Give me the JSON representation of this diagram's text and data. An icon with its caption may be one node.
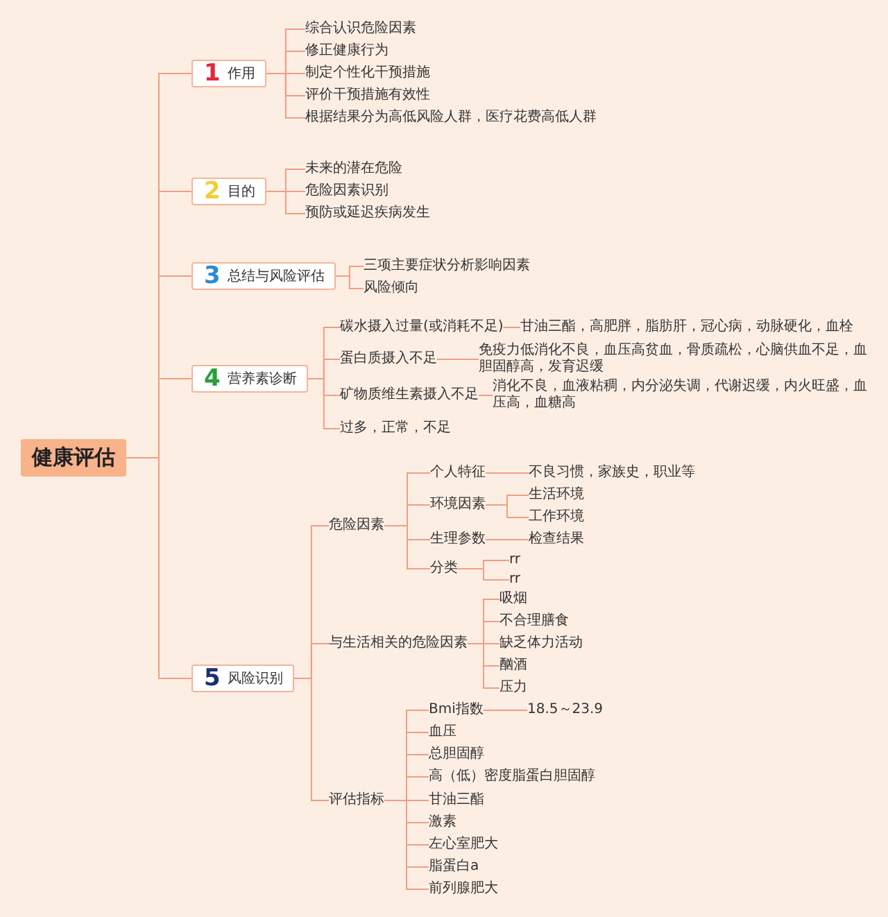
{
  "diagram": {
    "nodes": [
      {
        "text": [
          "健康评估"
        ]
      },
      {
        "text": [
          "1",
          "作用"
        ]
      },
      {
        "text": [
          "综合认识危险因素"
        ]
      },
      {
        "text": [
          "修正健康行为"
        ]
      },
      {
        "text": [
          "制定个性化干预措施"
        ]
      },
      {
        "text": [
          "评价干预措施有效性"
        ]
      },
      {
        "text": [
          "根据结果分为高低风险人群，医疗花费高低人群"
        ]
      },
      {
        "text": [
          "2",
          "目的"
        ]
      },
      {
        "text": [
          "未来的潜在危险"
        ]
      },
      {
        "text": [
          "危险因素识别"
        ]
      },
      {
        "text": [
          "预防或延迟疾病发生"
        ]
      },
      {
        "text": [
          "3",
          "总结与风险评估"
        ]
      },
      {
        "text": [
          "三项主要症状分析影响因素"
        ]
      },
      {
        "text": [
          "风险倾向"
        ]
      },
      {
        "text": [
          "4",
          "营养素诊断"
        ]
      },
      {
        "text": [
          "碳水摄入过量(或消耗不足)"
        ]
      },
      {
        "text": [
          "甘油三酯，高肥胖，脂肪肝，冠心病，动脉硬化，血栓"
        ]
      },
      {
        "text": [
          "蛋白质摄入不足"
        ]
      },
      {
        "text": [
          "免疫力低消化不良，血压高贫血，骨质疏松，心脑供血不足，血胆固醇高，发育迟缓"
        ]
      },
      {
        "text": [
          "矿物质维生素摄入不足"
        ]
      },
      {
        "text": [
          "消化不良，血液粘稠，内分泌失调，代谢迟缓，内火旺盛，血压高，血糖高"
        ]
      },
      {
        "text": [
          "过多，正常，不足"
        ]
      },
      {
        "text": [
          "5",
          "风险识别"
        ]
      },
      {
        "text": [
          "危险因素"
        ]
      },
      {
        "text": [
          "个人特征"
        ]
      },
      {
        "text": [
          "不良习惯，家族史，职业等"
        ]
      },
      {
        "text": [
          "环境因素"
        ]
      },
      {
        "text": [
          "生活环境"
        ]
      },
      {
        "text": [
          "工作环境"
        ]
      },
      {
        "text": [
          "生理参数"
        ]
      },
      {
        "text": [
          "检查结果"
        ]
      },
      {
        "text": [
          "分类"
        ]
      },
      {
        "text": [
          "rr"
        ]
      },
      {
        "text": [
          "rr"
        ]
      },
      {
        "text": [
          "与生活相关的危险因素"
        ]
      },
      {
        "text": [
          "吸烟"
        ]
      },
      {
        "text": [
          "不合理膳食"
        ]
      },
      {
        "text": [
          "缺乏体力活动"
        ]
      },
      {
        "text": [
          "酗酒"
        ]
      },
      {
        "text": [
          "压力"
        ]
      },
      {
        "text": [
          "评估指标"
        ]
      },
      {
        "text": [
          "Bmi指数"
        ]
      },
      {
        "text": [
          "18.5～23.9"
        ]
      },
      {
        "text": [
          "血压"
        ]
      },
      {
        "text": [
          "总胆固醇"
        ]
      },
      {
        "text": [
          "高（低）密度脂蛋白胆固醇"
        ]
      },
      {
        "text": [
          "甘油三酯"
        ]
      },
      {
        "text": [
          "激素"
        ]
      },
      {
        "text": [
          "左心室肥大"
        ]
      },
      {
        "text": [
          "脂蛋白a"
        ]
      },
      {
        "text": [
          "前列腺肥大"
        ]
      }
    ],
    "edges": [
      {
        "from": 0,
        "to": 1,
        "arrow": "none"
      },
      {
        "from": 0,
        "to": 7,
        "arrow": "none"
      },
      {
        "from": 0,
        "to": 11,
        "arrow": "none"
      },
      {
        "from": 0,
        "to": 14,
        "arrow": "none"
      },
      {
        "from": 0,
        "to": 22,
        "arrow": "none"
      },
      {
        "from": 1,
        "to": 2,
        "arrow": "none"
      },
      {
        "from": 1,
        "to": 3,
        "arrow": "none"
      },
      {
        "from": 1,
        "to": 4,
        "arrow": "none"
      },
      {
        "from": 1,
        "to": 5,
        "arrow": "none"
      },
      {
        "from": 1,
        "to": 6,
        "arrow": "none"
      },
      {
        "from": 7,
        "to": 8,
        "arrow": "none"
      },
      {
        "from": 7,
        "to": 9,
        "arrow": "none"
      },
      {
        "from": 7,
        "to": 10,
        "arrow": "none"
      },
      {
        "from": 11,
        "to": 12,
        "arrow": "none"
      },
      {
        "from": 11,
        "to": 13,
        "arrow": "none"
      },
      {
        "from": 14,
        "to": 15,
        "arrow": "none"
      },
      {
        "from": 14,
        "to": 17,
        "arrow": "none"
      },
      {
        "from": 14,
        "to": 19,
        "arrow": "none"
      },
      {
        "from": 14,
        "to": 21,
        "arrow": "none"
      },
      {
        "from": 15,
        "to": 16,
        "arrow": "none"
      },
      {
        "from": 17,
        "to": 18,
        "arrow": "none"
      },
      {
        "from": 19,
        "to": 20,
        "arrow": "none"
      },
      {
        "from": 22,
        "to": 23,
        "arrow": "none"
      },
      {
        "from": 22,
        "to": 34,
        "arrow": "none"
      },
      {
        "from": 22,
        "to": 40,
        "arrow": "none"
      },
      {
        "from": 23,
        "to": 24,
        "arrow": "none"
      },
      {
        "from": 23,
        "to": 26,
        "arrow": "none"
      },
      {
        "from": 23,
        "to": 29,
        "arrow": "none"
      },
      {
        "from": 23,
        "to": 31,
        "arrow": "none"
      },
      {
        "from": 24,
        "to": 25,
        "arrow": "none"
      },
      {
        "from": 26,
        "to": 27,
        "arrow": "none"
      },
      {
        "from": 26,
        "to": 28,
        "arrow": "none"
      },
      {
        "from": 29,
        "to": 30,
        "arrow": "none"
      },
      {
        "from": 31,
        "to": 32,
        "arrow": "none"
      },
      {
        "from": 31,
        "to": 33,
        "arrow": "none"
      },
      {
        "from": 34,
        "to": 35,
        "arrow": "none"
      },
      {
        "from": 34,
        "to": 36,
        "arrow": "none"
      },
      {
        "from": 34,
        "to": 37,
        "arrow": "none"
      },
      {
        "from": 34,
        "to": 38,
        "arrow": "none"
      },
      {
        "from": 34,
        "to": 39,
        "arrow": "none"
      },
      {
        "from": 40,
        "to": 41,
        "arrow": "none"
      },
      {
        "from": 41,
        "to": 42,
        "arrow": "none"
      },
      {
        "from": 40,
        "to": 43,
        "arrow": "none"
      },
      {
        "from": 40,
        "to": 44,
        "arrow": "none"
      },
      {
        "from": 40,
        "to": 45,
        "arrow": "none"
      },
      {
        "from": 40,
        "to": 46,
        "arrow": "none"
      },
      {
        "from": 40,
        "to": 47,
        "arrow": "none"
      },
      {
        "from": 40,
        "to": 48,
        "arrow": "none"
      },
      {
        "from": 40,
        "to": 49,
        "arrow": "none"
      },
      {
        "from": 40,
        "to": 50,
        "arrow": "none"
      }
    ]
  }
}
